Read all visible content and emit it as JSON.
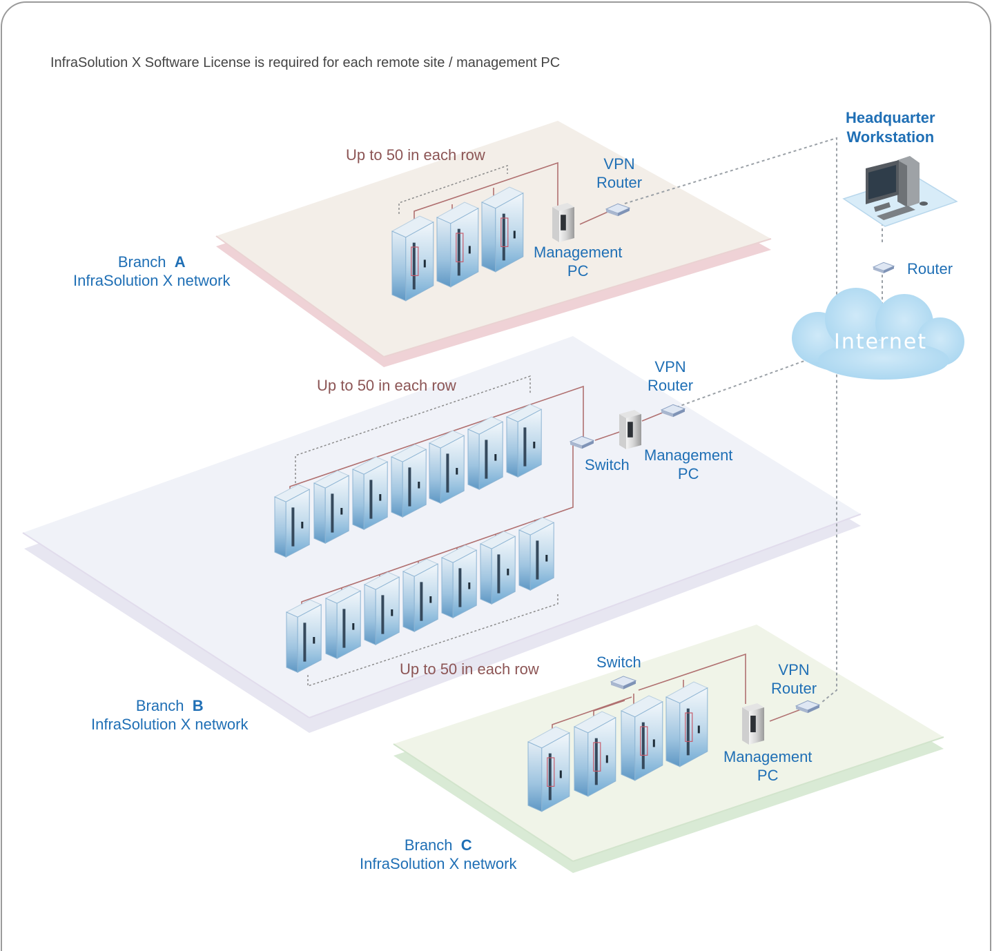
{
  "note": "InfraSolution X Software License is required for each remote site / management PC",
  "headquarter": {
    "line1": "Headquarter",
    "line2": "Workstation",
    "router": "Router"
  },
  "internet": "Internet",
  "row_label": "Up to 50 in each row",
  "branch_word": "Branch",
  "network_name": "InfraSolution X network",
  "vpn_router": {
    "line1": "VPN",
    "line2": "Router"
  },
  "management_pc": {
    "line1": "Management",
    "line2": "PC"
  },
  "switch": "Switch",
  "branches": [
    {
      "letter": "A"
    },
    {
      "letter": "B"
    },
    {
      "letter": "C"
    }
  ],
  "colors": {
    "label_blue": "#1f6fb5",
    "row_label_brown": "#8c5555",
    "cloud": "#b4dcf2"
  }
}
